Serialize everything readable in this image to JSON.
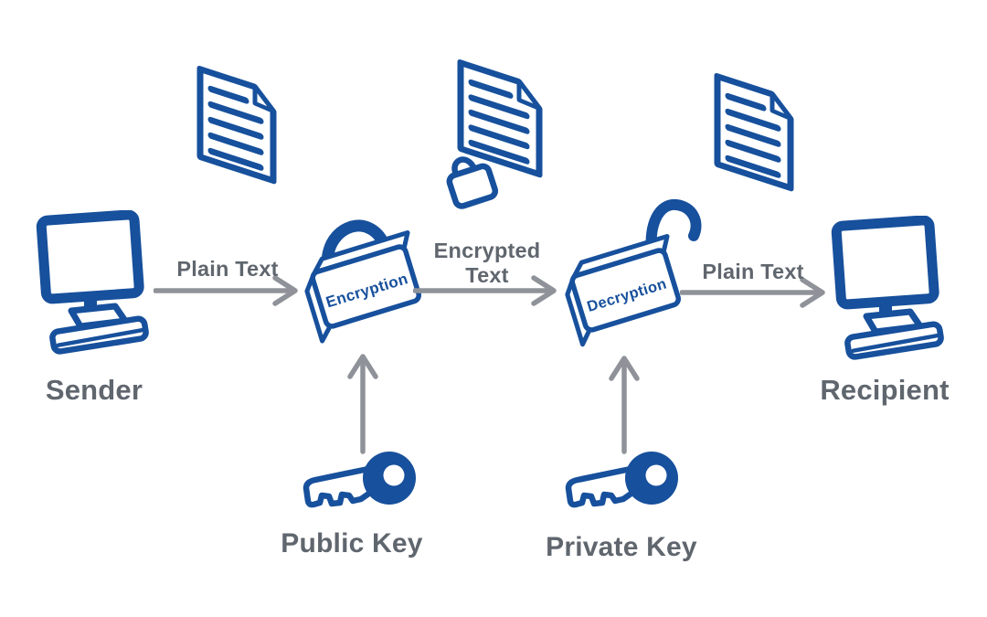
{
  "colors": {
    "brand_blue": "#17509C",
    "label_gray": "#60666E",
    "arrow_gray": "#8F9399",
    "background": "#FFFFFF"
  },
  "diagram": {
    "sender": {
      "label": "Sender",
      "icon": "desktop-computer-icon"
    },
    "recipient": {
      "label": "Recipient",
      "icon": "desktop-computer-icon"
    },
    "encryption": {
      "label": "Encryption",
      "icon": "closed-padlock-icon"
    },
    "decryption": {
      "label": "Decryption",
      "icon": "open-padlock-icon"
    },
    "public_key": {
      "label": "Public Key",
      "icon": "key-icon"
    },
    "private_key": {
      "label": "Private Key",
      "icon": "key-icon"
    },
    "flow_in": {
      "label": "Plain Text"
    },
    "flow_middle": {
      "line1": "Encrypted",
      "line2": "Text"
    },
    "flow_out": {
      "label": "Plain Text"
    },
    "documents": {
      "top_left": {
        "icon": "document-icon"
      },
      "top_middle": {
        "icon": "locked-document-icon"
      },
      "top_right": {
        "icon": "document-icon"
      }
    }
  }
}
